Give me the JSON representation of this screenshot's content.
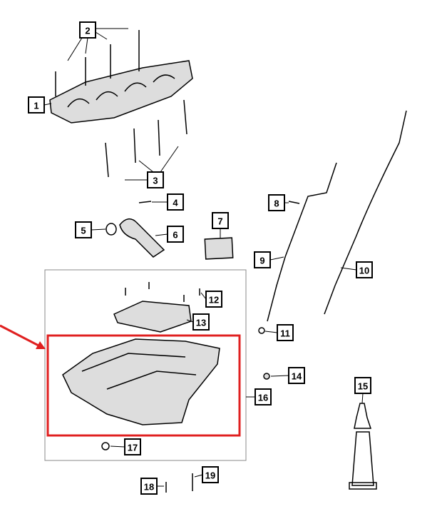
{
  "diagram": {
    "callouts": [
      "1",
      "2",
      "3",
      "4",
      "5",
      "6",
      "7",
      "8",
      "9",
      "10",
      "11",
      "12",
      "13",
      "14",
      "15",
      "16",
      "17",
      "18",
      "19"
    ],
    "highlight_color": "#e02020",
    "highlighted_callout": "16"
  }
}
